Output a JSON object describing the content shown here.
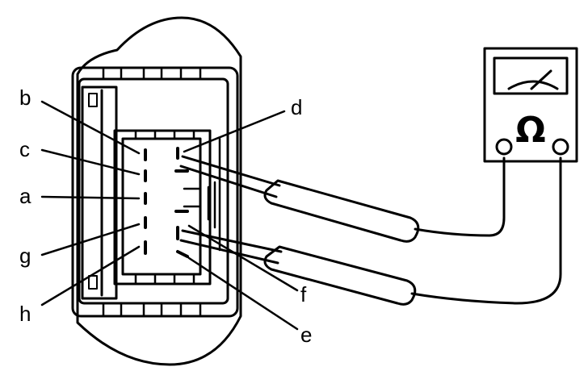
{
  "labels": {
    "a": "a",
    "b": "b",
    "c": "c",
    "d": "d",
    "e": "e",
    "f": "f",
    "g": "g",
    "h": "h"
  },
  "meter": {
    "unit_symbol": "Ω"
  },
  "colors": {
    "ink": "#000000",
    "paper": "#ffffff"
  }
}
